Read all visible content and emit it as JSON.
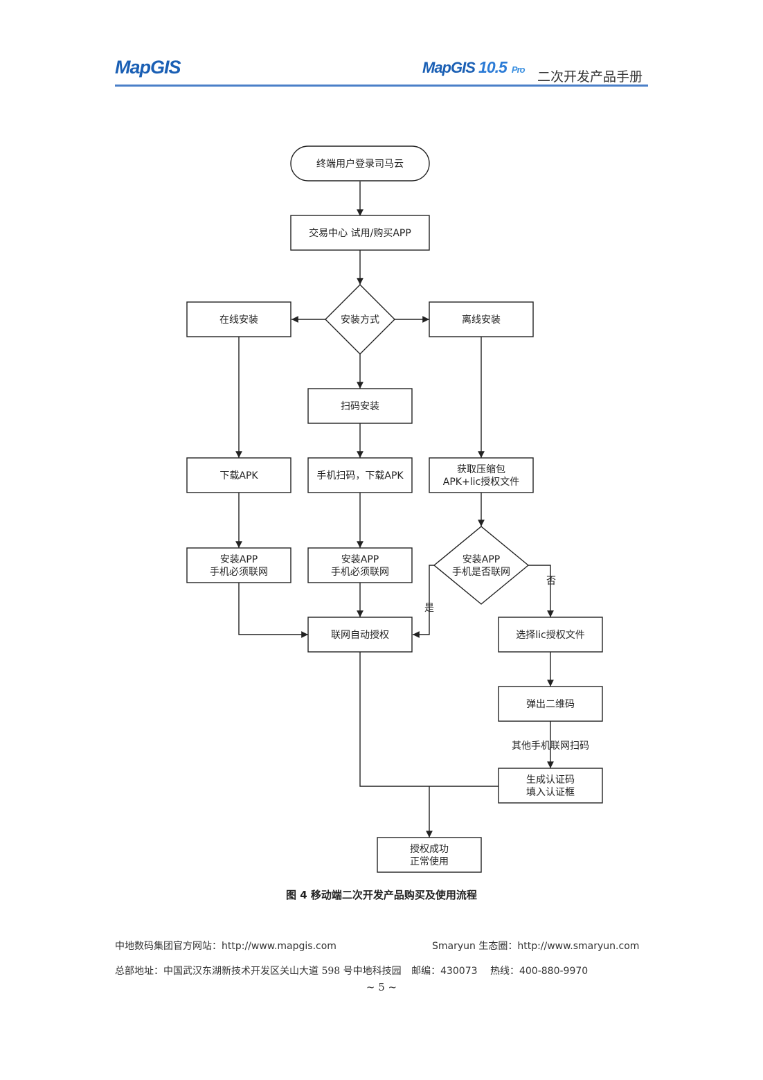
{
  "header": {
    "logo_left": "MapGIS",
    "logo_right_name": "MapGIS",
    "logo_right_version": "10.5",
    "logo_right_edition": "Pro",
    "title": "二次开发产品手册",
    "accent_color": "#4a7fc8"
  },
  "flowchart": {
    "start": "终端用户登录司马云",
    "trade": "交易中心 试用/购买APP",
    "install_method": "安装方式",
    "online_install": "在线安装",
    "offline_install": "离线安装",
    "scan_install": "扫码安装",
    "download_apk": "下载APK",
    "phone_scan_download": "手机扫码，下载APK",
    "get_package_line1": "获取压缩包",
    "get_package_line2": "APK+lic授权文件",
    "install_app_online_line1": "安装APP",
    "install_app_online_line2": "手机必须联网",
    "install_app_scan_line1": "安装APP",
    "install_app_scan_line2": "手机必须联网",
    "network_check_line1": "安装APP",
    "network_check_line2": "手机是否联网",
    "yes_label": "是",
    "no_label": "否",
    "auto_auth": "联网自动授权",
    "select_lic": "选择lic授权文件",
    "popup_qr": "弹出二维码",
    "other_phone_scan": "其他手机联网扫码",
    "gen_code_line1": "生成认证码",
    "gen_code_line2": "填入认证框",
    "success_line1": "授权成功",
    "success_line2": "正常使用"
  },
  "caption": "图 4 移动端二次开发产品购买及使用流程",
  "footer": {
    "site_label": "中地数码集团官方网站：",
    "site_url": "http://www.mapgis.com",
    "eco_label": "Smaryun 生态圈：",
    "eco_url": "http://www.smaryun.com",
    "address_label": "总部地址：中国武汉东湖新技术开发区关山大道 598 号中地科技园",
    "postcode_label": "邮编：",
    "postcode": "430073",
    "hotline_label": "热线：",
    "hotline": "400-880-9970",
    "page_number": "~ 5 ~"
  }
}
